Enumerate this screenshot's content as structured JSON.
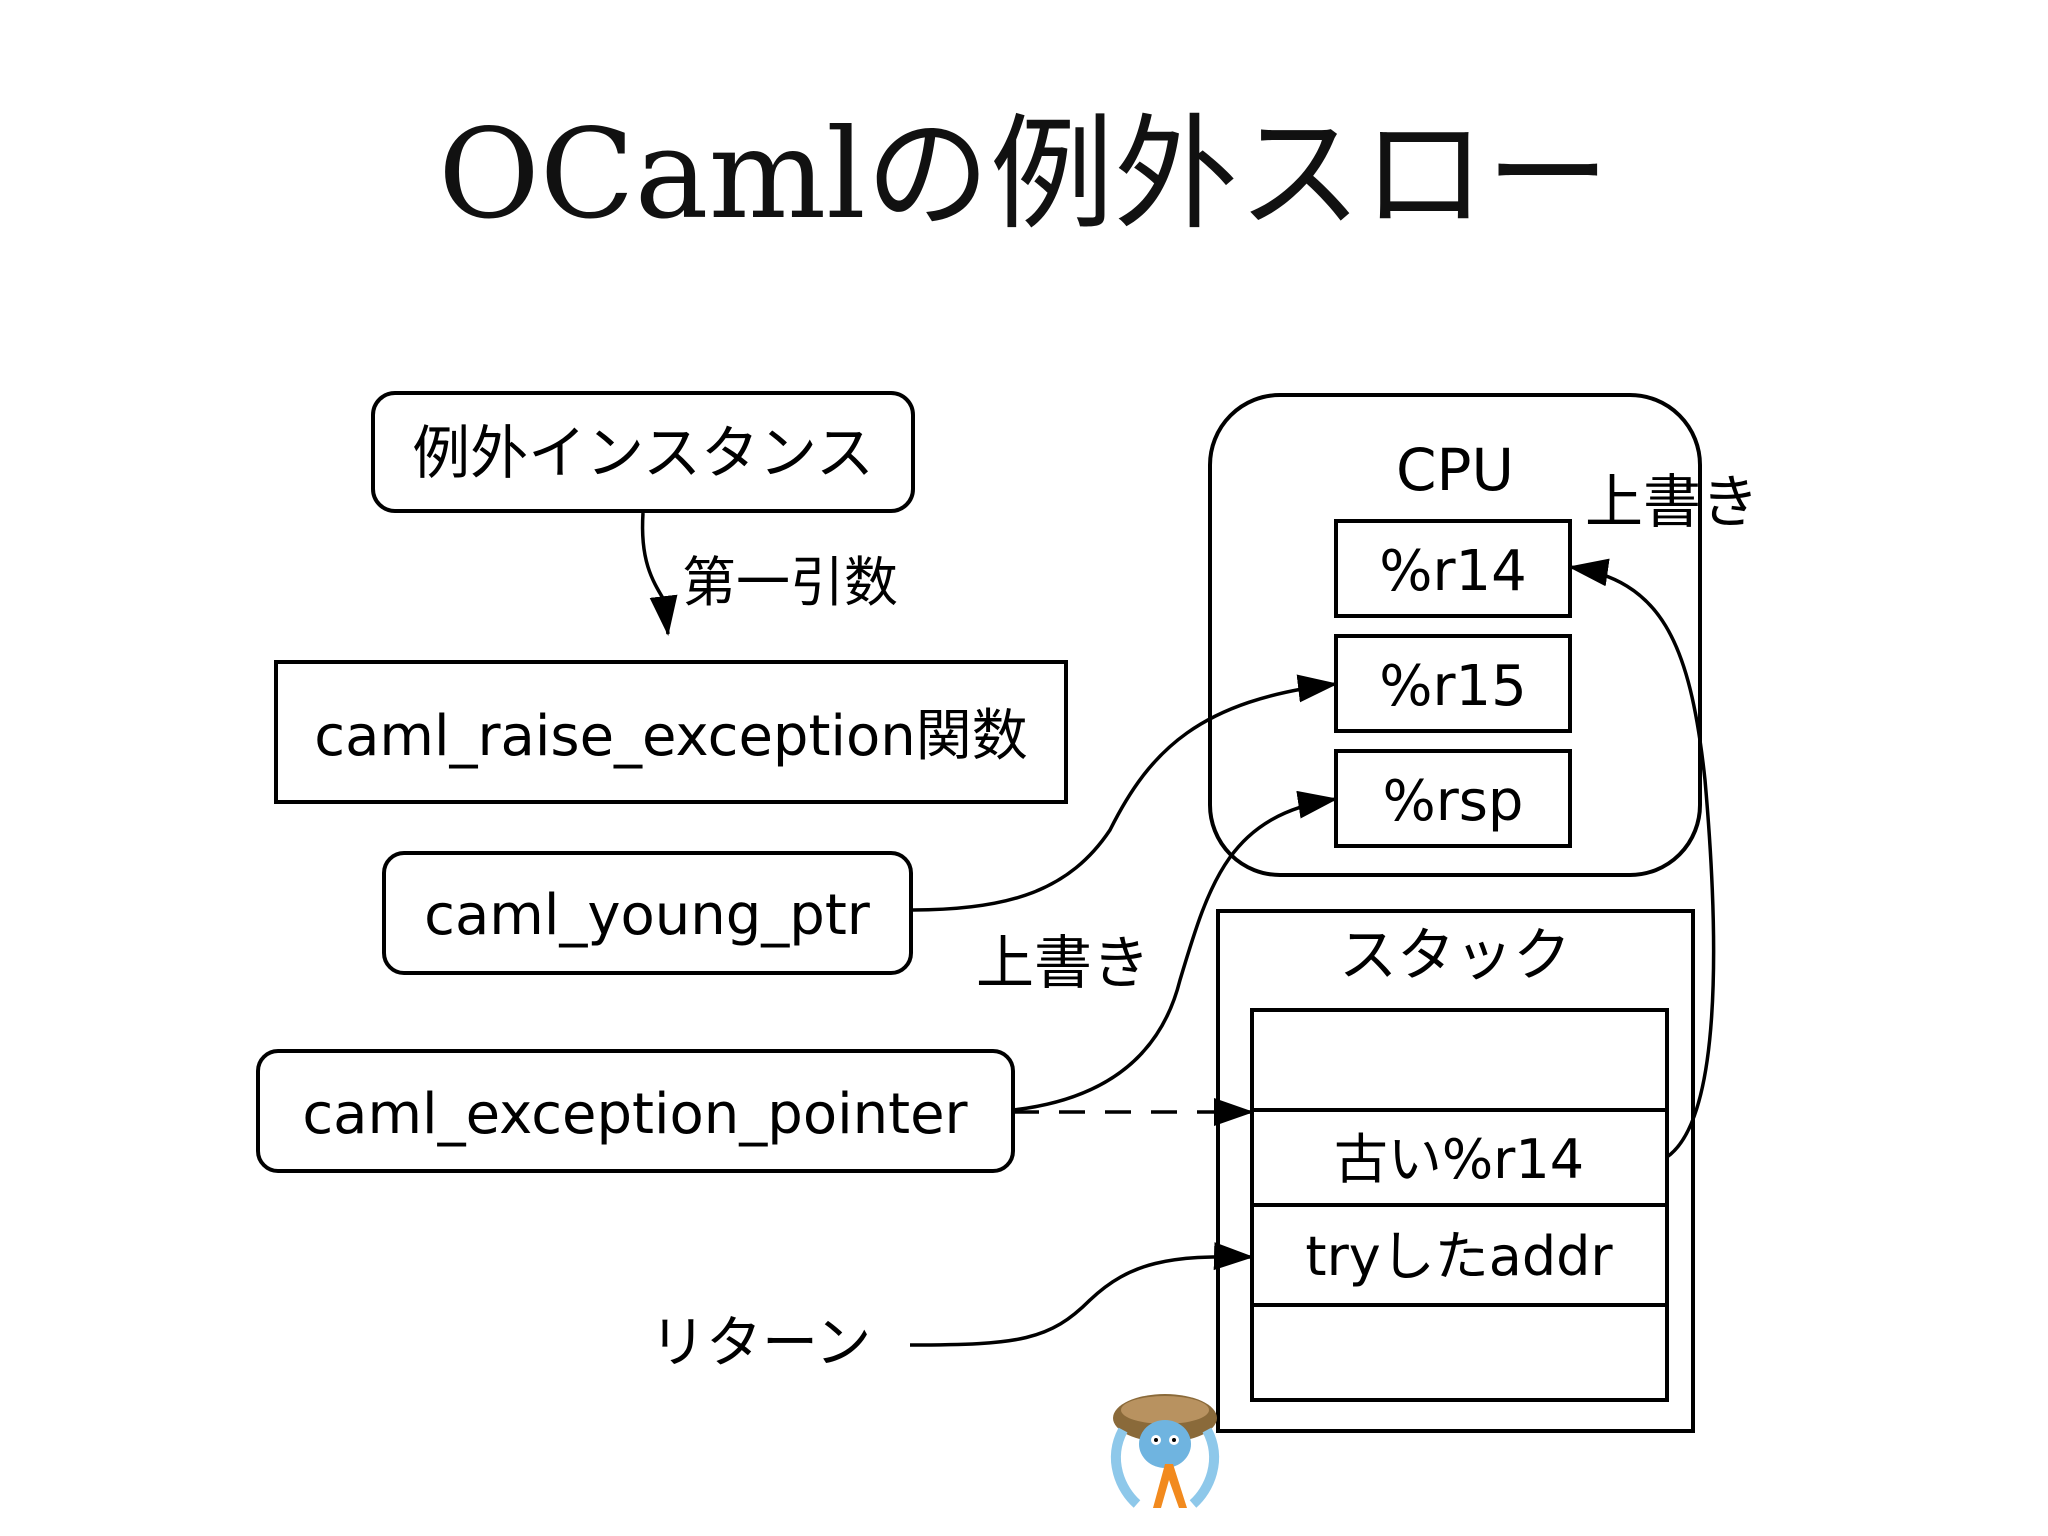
{
  "title": "OCamlの例外スロー",
  "diagram": {
    "exception_instance": "例外インスタンス",
    "first_arg": "第一引数",
    "raise_function": "caml_raise_exception関数",
    "young_ptr": "caml_young_ptr",
    "exception_pointer": "caml_exception_pointer",
    "return": "リターン",
    "overwrite_left": "上書き",
    "overwrite_right": "上書き",
    "cpu": {
      "title": "CPU",
      "registers": [
        "%r14",
        "%r15",
        "%rsp"
      ]
    },
    "stack": {
      "title": "スタック",
      "cells": [
        "",
        "古い%r14",
        "tryしたaddr",
        ""
      ]
    }
  },
  "logo": {
    "icon": "ocaml-camel-mascot-icon"
  }
}
